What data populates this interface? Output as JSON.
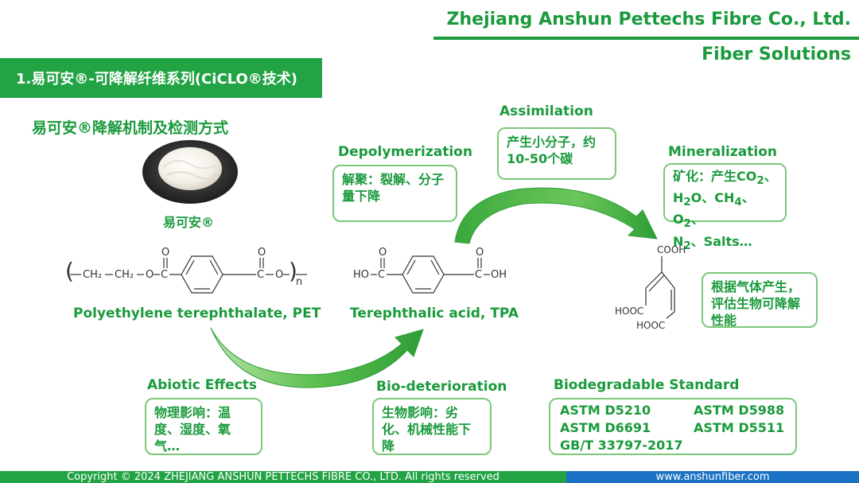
{
  "header": {
    "company": "Zhejiang Anshun Pettechs Fibre Co., Ltd.",
    "tagline": "Fiber Solutions"
  },
  "section": {
    "title": "1.易可安®-可降解纤维系列(CiCLO®技术)"
  },
  "subtitle": "易可安®降解机制及检测方式",
  "product": {
    "label": "易可安®"
  },
  "stages": {
    "depolymerization": {
      "title": "Depolymerization",
      "desc": "解聚：裂解、分子量下降"
    },
    "assimilation": {
      "title": "Assimilation",
      "desc": "产生小分子，约10-50个碳"
    },
    "mineralization": {
      "title": "Mineralization",
      "line1_a": "矿化：产生CO",
      "line1_sub": "2",
      "line1_b": "、",
      "line2_a": "H",
      "line2_sub1": "2",
      "line2_b": "O、CH",
      "line2_sub2": "4",
      "line2_c": "、O",
      "line2_sub3": "2",
      "line2_d": "、",
      "line3_a": "N",
      "line3_sub": "2",
      "line3_b": "、Salts…"
    },
    "abiotic": {
      "title": "Abiotic Effects",
      "desc": "物理影响：温度、湿度、氧气…"
    },
    "biodeterioration": {
      "title": "Bio-deterioration",
      "desc": "生物影响：劣化、机械性能下降"
    }
  },
  "detection_note": "根据气体产生，评估生物可降解性能",
  "molecules": {
    "pet": {
      "caption": "Polyethylene terephthalate, PET",
      "ch2_a": "CH₂",
      "ch2_b": "CH₂",
      "o1": "O",
      "c1": "C",
      "o_top1": "O",
      "c2": "C",
      "o_top2": "O",
      "o2": "O",
      "n": "n"
    },
    "tpa": {
      "caption": "Terephthalic acid, TPA",
      "ho": "HO",
      "c1": "C",
      "o1": "O",
      "c2": "C",
      "o2": "O",
      "oh": "OH"
    },
    "muconic": {
      "cooh1": "COOH",
      "hooc1": "HOOC",
      "hooc2": "HOOC"
    }
  },
  "standards": {
    "title": "Biodegradable Standard",
    "items": [
      "ASTM D5210",
      "ASTM D5988",
      "ASTM D6691",
      "ASTM D5511",
      "GB/T 33797-2017"
    ]
  },
  "footer": {
    "copyright": "Copyright © 2024 ZHEJIANG ANSHUN PETTECHS FIBRE CO., LTD. All rights reserved",
    "website": "www.anshunfiber.com"
  },
  "colors": {
    "brand_green": "#1a9a3c",
    "bar_green": "#22a344",
    "box_border": "#7cc878",
    "footer_blue": "#1b72c4"
  }
}
